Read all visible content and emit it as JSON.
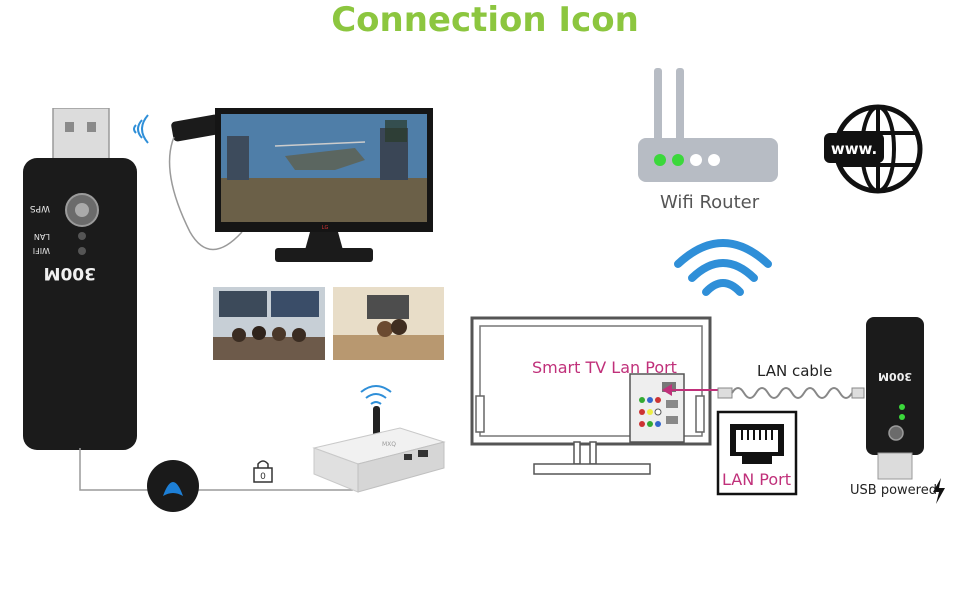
{
  "title": "Connection Icon",
  "labels": {
    "wifi_router": "Wifi Router",
    "smart_tv_lan_port": "Smart TV Lan Port",
    "lan_cable": "LAN cable",
    "lan_port": "LAN Port",
    "usb_powered": "USB powered",
    "dongle_model": "300M",
    "dongle_wps": "WPS",
    "dongle_lan": "LAN",
    "dongle_wifi": "WIFI",
    "globe_text": "www.",
    "box_brand": "MXQ",
    "lock_digit": "0"
  },
  "colors": {
    "title_green": "#8cc63f",
    "accent_magenta": "#c0307a",
    "wifi_blue": "#2f8fd8",
    "router_gray": "#b7bcc4",
    "led_green": "#3bd83b",
    "dongle_black": "#1b1b1b"
  }
}
